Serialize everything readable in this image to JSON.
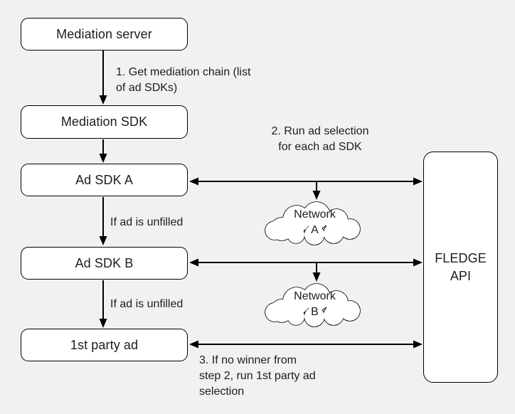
{
  "canvas": {
    "background_color": "#f1f1f1",
    "node_fill_color": "#ffffff",
    "line_color": "#000000",
    "text_color": "#1d1d1d"
  },
  "nodes": {
    "mediation_server": {
      "label": "Mediation server"
    },
    "mediation_sdk": {
      "label": "Mediation SDK"
    },
    "ad_sdk_a": {
      "label": "Ad SDK A"
    },
    "ad_sdk_b": {
      "label": "Ad SDK B"
    },
    "first_party_ad": {
      "label": "1st party ad"
    },
    "fledge_api": {
      "label": "FLEDGE\nAPI"
    }
  },
  "clouds": {
    "network_a": {
      "label": "Network\nA"
    },
    "network_b": {
      "label": "Network\nB"
    }
  },
  "annotations": {
    "step1": "1. Get mediation chain (list\nof ad SDKs)",
    "step2": "2. Run ad selection\nfor each ad SDK",
    "step3": "3. If no winner from\nstep 2, run 1st party ad\nselection",
    "unfilled_a": "If ad is unfilled",
    "unfilled_b": "If ad is unfilled"
  }
}
